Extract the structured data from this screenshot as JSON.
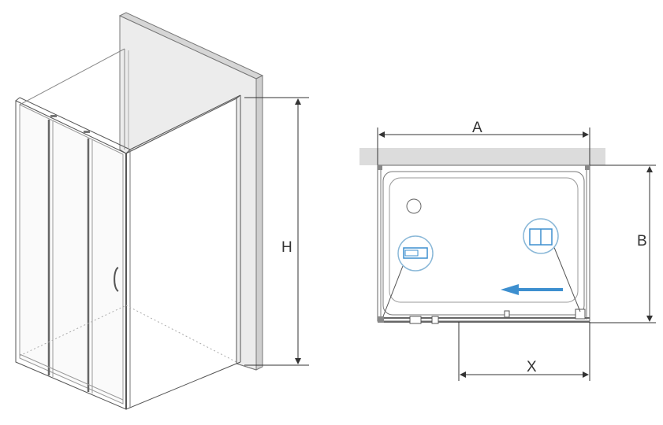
{
  "labels": {
    "height": "H",
    "width_a": "A",
    "depth_b": "B",
    "door_x": "X"
  },
  "colors": {
    "line": "#555555",
    "frame": "#666666",
    "wall": "#e6e6e6",
    "wall_top": "#cfcfcf",
    "arrow": "#3d8fcf",
    "detail_circle": "#8ab8d8"
  },
  "icons": [
    "sliding-arrow-icon",
    "drain-icon",
    "detail-magnifier-icon"
  ]
}
